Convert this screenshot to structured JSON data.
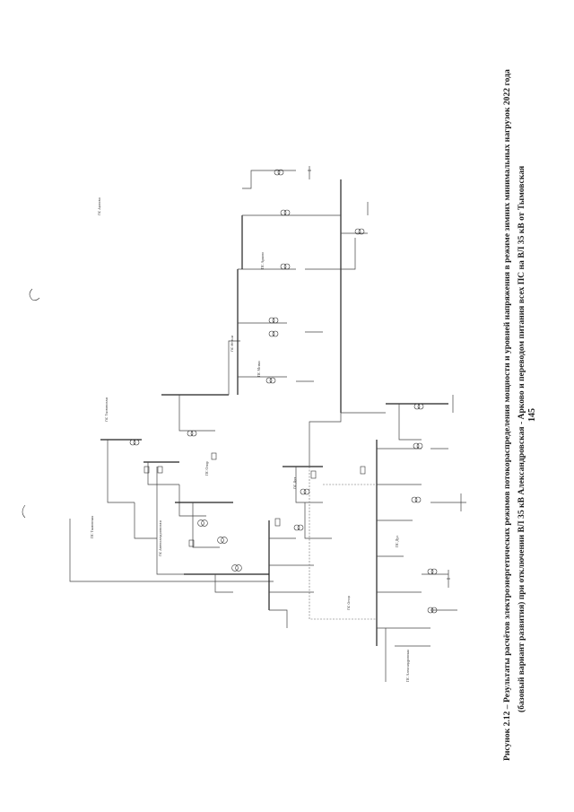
{
  "document": {
    "caption_line_1": "Рисунок 2.12 – Результаты расчётов электроэнергетических режимов потокораспределения мощности и уровней напряжения в режиме зимних минимальных нагрузок 2022 года",
    "caption_line_2": "(базовый вариант развития) при отключении ВЛ 35 кВ Александровская - Арково и переводом питания всех ПС на ВЛ 35 кВ от Тымовская",
    "page_number": "145"
  },
  "diagram": {
    "substations": [
      "ПС Тымовская",
      "ПС Александровская",
      "ПС Арково",
      "ПС Мгачи",
      "ПС Дуэ",
      "ПС Онор"
    ]
  }
}
